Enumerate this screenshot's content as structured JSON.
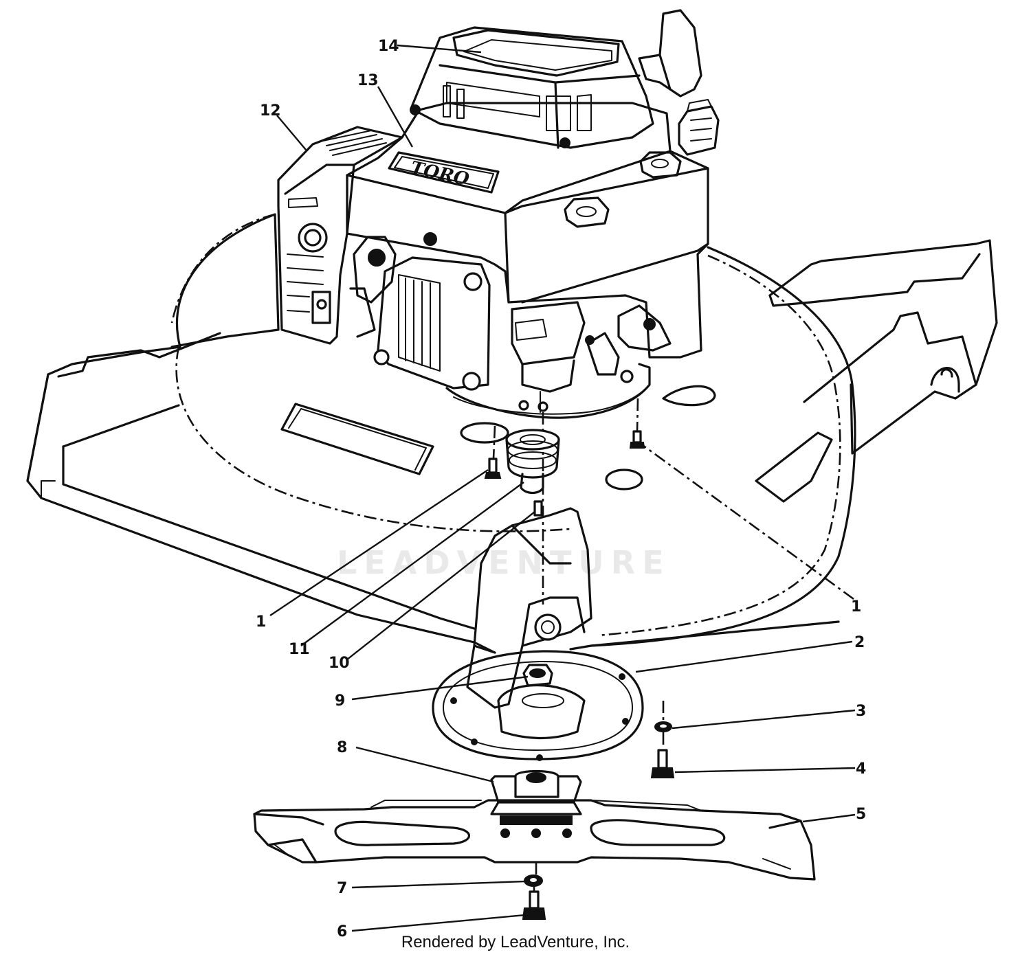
{
  "brand_label": "TORO",
  "watermark": "LEADVENTURE",
  "footer": "Rendered by LeadVenture, Inc.",
  "callouts": {
    "c14": "14",
    "c13": "13",
    "c12": "12",
    "c1a": "1",
    "c1b": "1",
    "c11": "11",
    "c10": "10",
    "c2": "2",
    "c9": "9",
    "c3": "3",
    "c8": "8",
    "c4": "4",
    "c5": "5",
    "c7": "7",
    "c6": "6"
  }
}
